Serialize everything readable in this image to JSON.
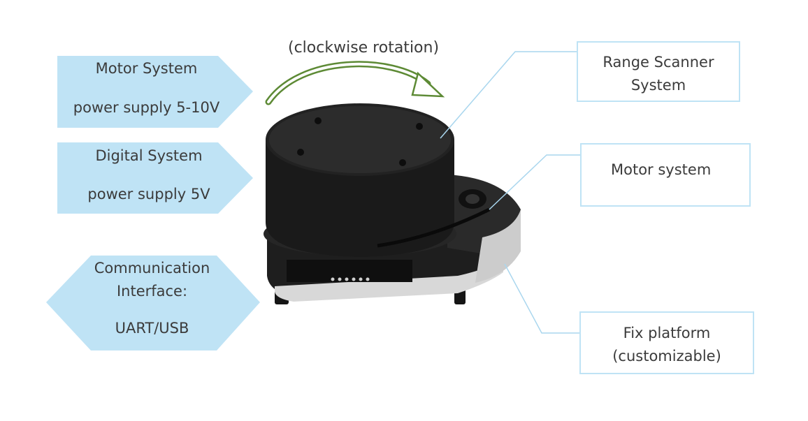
{
  "rotation_label": "(clockwise rotation)",
  "left_labels": {
    "motor_supply": {
      "line1": "Motor System",
      "line2": "power supply 5-10V"
    },
    "digital_supply": {
      "line1": "Digital System",
      "line2": "power supply 5V"
    },
    "communication": {
      "line1": "Communication",
      "line2": "Interface:",
      "line3": "UART/USB"
    }
  },
  "right_labels": {
    "range_scanner": {
      "line1": "Range Scanner",
      "line2": "System"
    },
    "motor_system": {
      "line1": "Motor system"
    },
    "fix_platform": {
      "line1": "Fix platform",
      "line2": "(customizable)"
    }
  },
  "colors": {
    "arrow_fill": "#bfe3f5",
    "box_border": "#bfe3f5",
    "leader_line": "#a9d6ee",
    "rotation_arrow": "#5d8a35",
    "device_body": "#1c1c1c"
  }
}
